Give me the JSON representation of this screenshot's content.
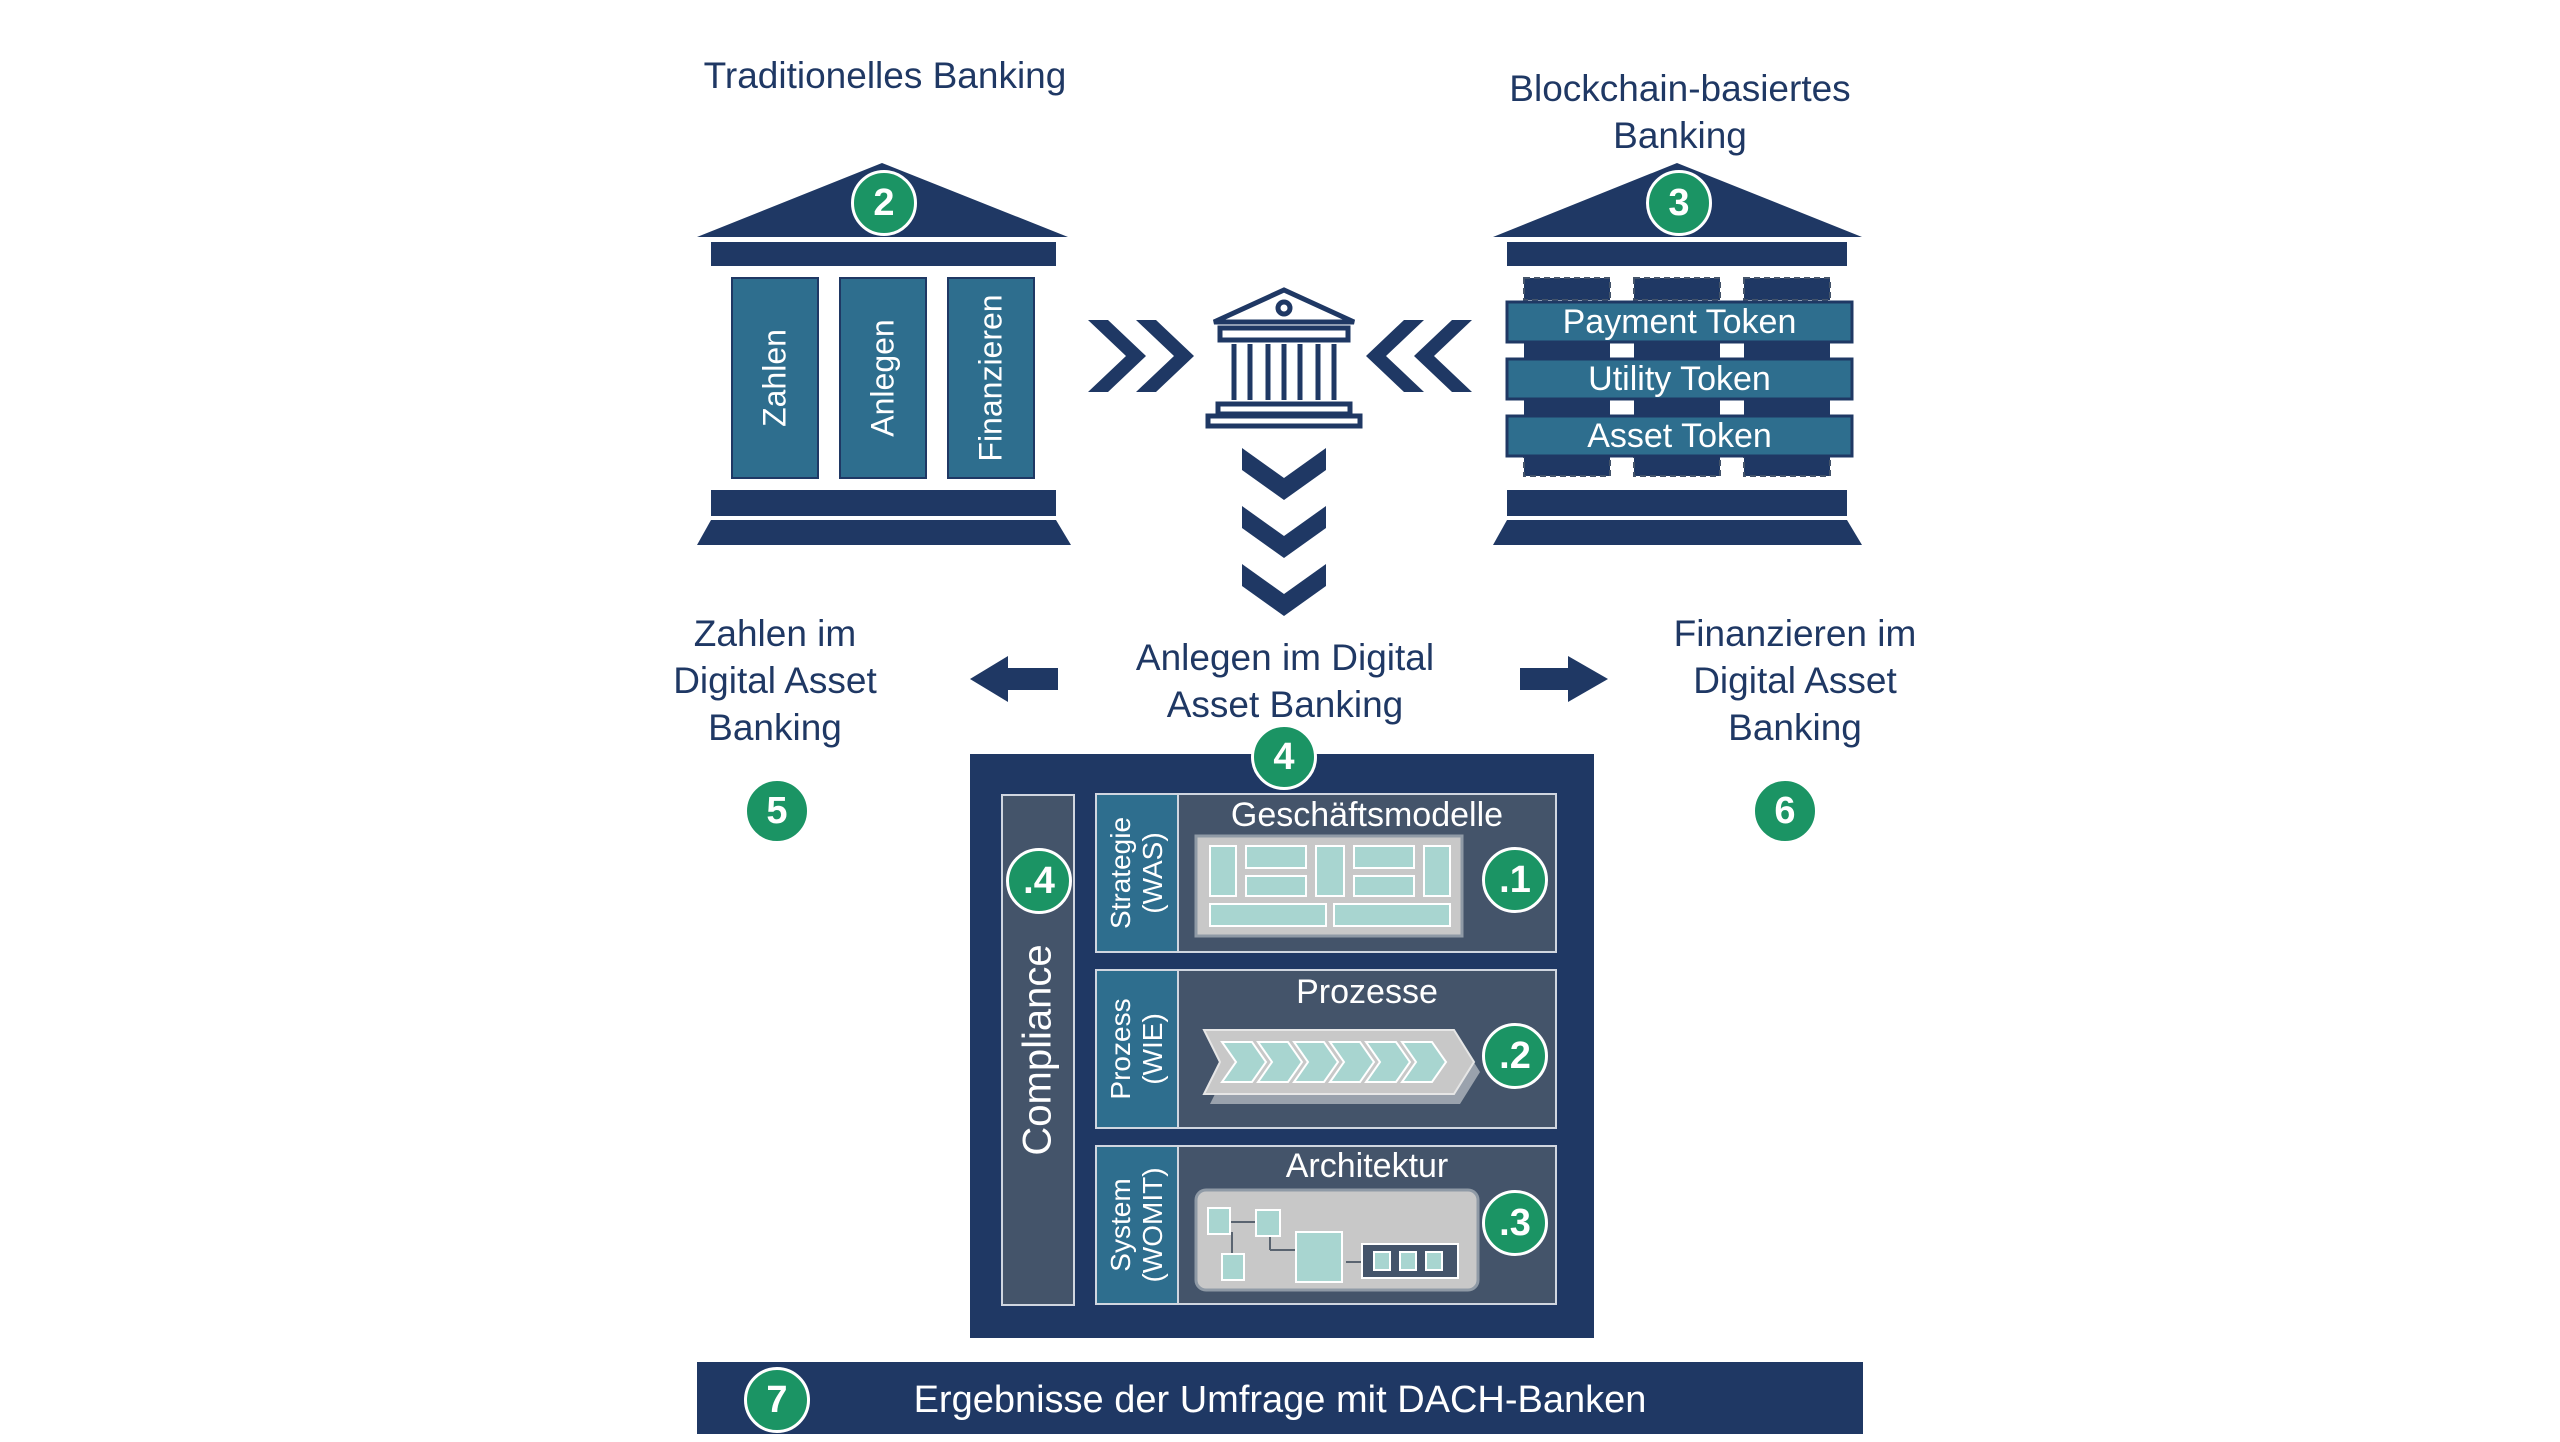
{
  "labels": {
    "traditional": "Traditionelles Banking",
    "blockchain": "Blockchain-basiertes Banking",
    "zahlen_dab": "Zahlen im Digital Asset Banking",
    "anlegen_dab": "Anlegen im Digital Asset Banking",
    "finanzieren_dab": "Finanzieren im Digital Asset Banking",
    "survey": "Ergebnisse der Umfrage mit  DACH-Banken"
  },
  "pillars": [
    "Zahlen",
    "Anlegen",
    "Finanzieren"
  ],
  "tokens": [
    "Payment Token",
    "Utility Token",
    "Asset Token"
  ],
  "badges": {
    "b2": "2",
    "b3": "3",
    "b4": "4",
    "b5": "5",
    "b6": "6",
    "b7": "7",
    "s1": ".1",
    "s2": ".2",
    "s3": ".3",
    "s4": ".4"
  },
  "sections": {
    "compliance": "Compliance",
    "strategie": "Strategie (WAS)",
    "prozess": "Prozess (WIE)",
    "system": "System (WOMIT)",
    "geschaeftsmodelle": "Geschäftsmodelle",
    "prozesse": "Prozesse",
    "architektur": "Architektur"
  },
  "colors": {
    "navy": "#1f3864",
    "teal": "#2e6e8e",
    "green": "#1b9464",
    "slate": "#44546a",
    "gray": "#c8c8c8"
  }
}
